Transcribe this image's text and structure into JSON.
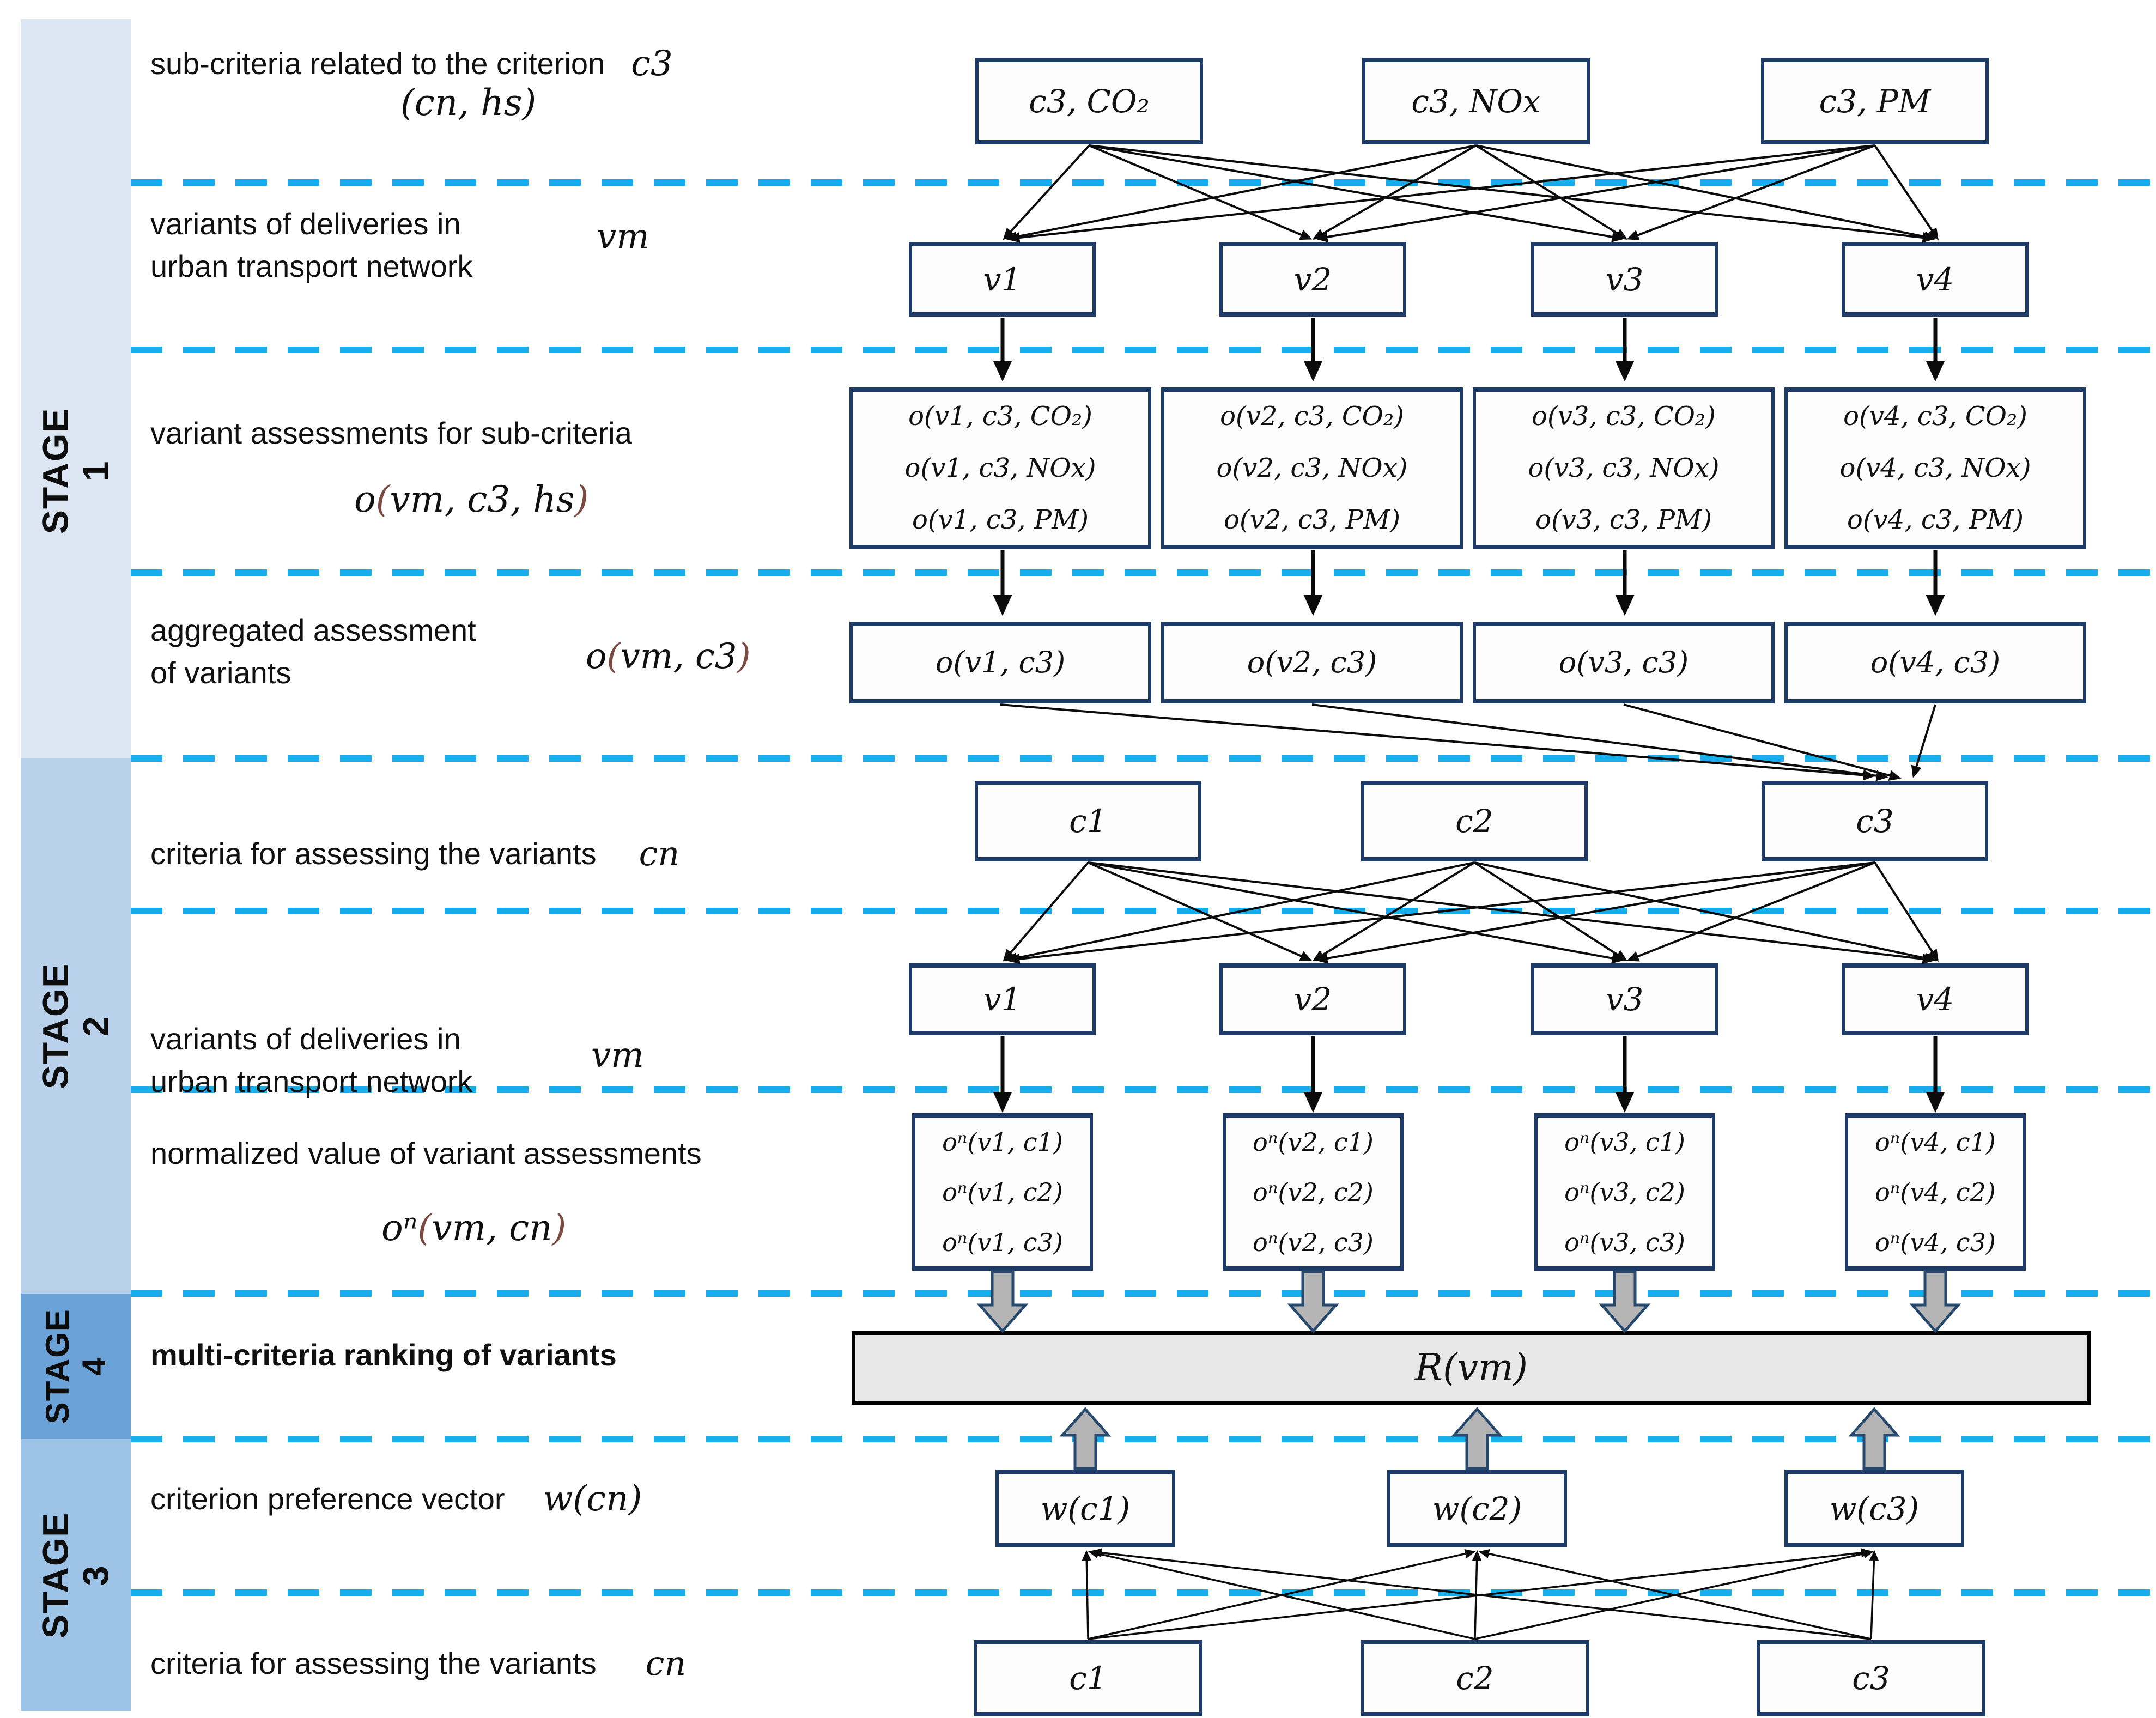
{
  "figure": {
    "type": "multi-stage decision process diagram",
    "colors": {
      "dashed_line": "#18adec",
      "stage1_band": "#dbe6f2",
      "stage2_band": "#b9d1ea",
      "stage4_band": "#6ba3d9",
      "stage3_band": "#9dc3e6",
      "box_border": "#1e3a66",
      "ranking_fill": "#e8e8e8",
      "block_arrow_fill": "#b5b5b5",
      "formula_paren": "#7a4a42"
    }
  },
  "stage_bands": [
    {
      "label": "STAGE",
      "number": "1"
    },
    {
      "label": "STAGE",
      "number": "2"
    },
    {
      "label": "STAGE",
      "number": "4"
    },
    {
      "label": "STAGE",
      "number": "3"
    }
  ],
  "rows": {
    "row1": {
      "label": "sub-criteria related to the criterion",
      "formula": "c3",
      "formula2": "(cn, hs)"
    },
    "row2": {
      "label_line1": "variants of deliveries in",
      "label_line2": "urban transport network",
      "formula": "vm"
    },
    "row3": {
      "label": "variant assessments for sub-criteria",
      "formula": "o(vm, c3, hs)"
    },
    "row4": {
      "label_line1": "aggregated assessment",
      "label_line2": "of variants",
      "formula": "o(vm, c3)"
    },
    "row5": {
      "label": "criteria for assessing the variants",
      "formula": "cn"
    },
    "row6": {
      "label_line1": "variants of deliveries in",
      "label_line2": "urban transport network",
      "formula": "vm"
    },
    "row7": {
      "label": "normalized value of variant assessments",
      "formula": "oⁿ(vm, cn)"
    },
    "row8": {
      "label": "multi-criteria ranking of variants"
    },
    "row9": {
      "label": "criterion preference vector",
      "formula": "w(cn)"
    },
    "row10": {
      "label": "criteria for assessing the variants",
      "formula": "cn"
    }
  },
  "boxes": {
    "subcriteria": [
      "c3, CO₂",
      "c3, NOx",
      "c3, PM"
    ],
    "variants_s1": [
      "v1",
      "v2",
      "v3",
      "v4"
    ],
    "assessments": [
      [
        "o(v1, c3, CO₂)",
        "o(v1, c3, NOx)",
        "o(v1, c3, PM)"
      ],
      [
        "o(v2, c3, CO₂)",
        "o(v2, c3, NOx)",
        "o(v2, c3, PM)"
      ],
      [
        "o(v3, c3, CO₂)",
        "o(v3, c3, NOx)",
        "o(v3, c3, PM)"
      ],
      [
        "o(v4, c3, CO₂)",
        "o(v4, c3, NOx)",
        "o(v4, c3, PM)"
      ]
    ],
    "aggregated": [
      "o(v1, c3)",
      "o(v2, c3)",
      "o(v3, c3)",
      "o(v4, c3)"
    ],
    "criteria_s2": [
      "c1",
      "c2",
      "c3"
    ],
    "variants_s2": [
      "v1",
      "v2",
      "v3",
      "v4"
    ],
    "normalized": [
      [
        "oⁿ(v1, c1)",
        "oⁿ(v1, c2)",
        "oⁿ(v1, c3)"
      ],
      [
        "oⁿ(v2, c1)",
        "oⁿ(v2, c2)",
        "oⁿ(v2, c3)"
      ],
      [
        "oⁿ(v3, c1)",
        "oⁿ(v3, c2)",
        "oⁿ(v3, c3)"
      ],
      [
        "oⁿ(v4, c1)",
        "oⁿ(v4, c2)",
        "oⁿ(v4, c3)"
      ]
    ],
    "ranking": "R(vm)",
    "weights": [
      "w(c1)",
      "w(c2)",
      "w(c3)"
    ],
    "criteria_s3": [
      "c1",
      "c2",
      "c3"
    ]
  }
}
